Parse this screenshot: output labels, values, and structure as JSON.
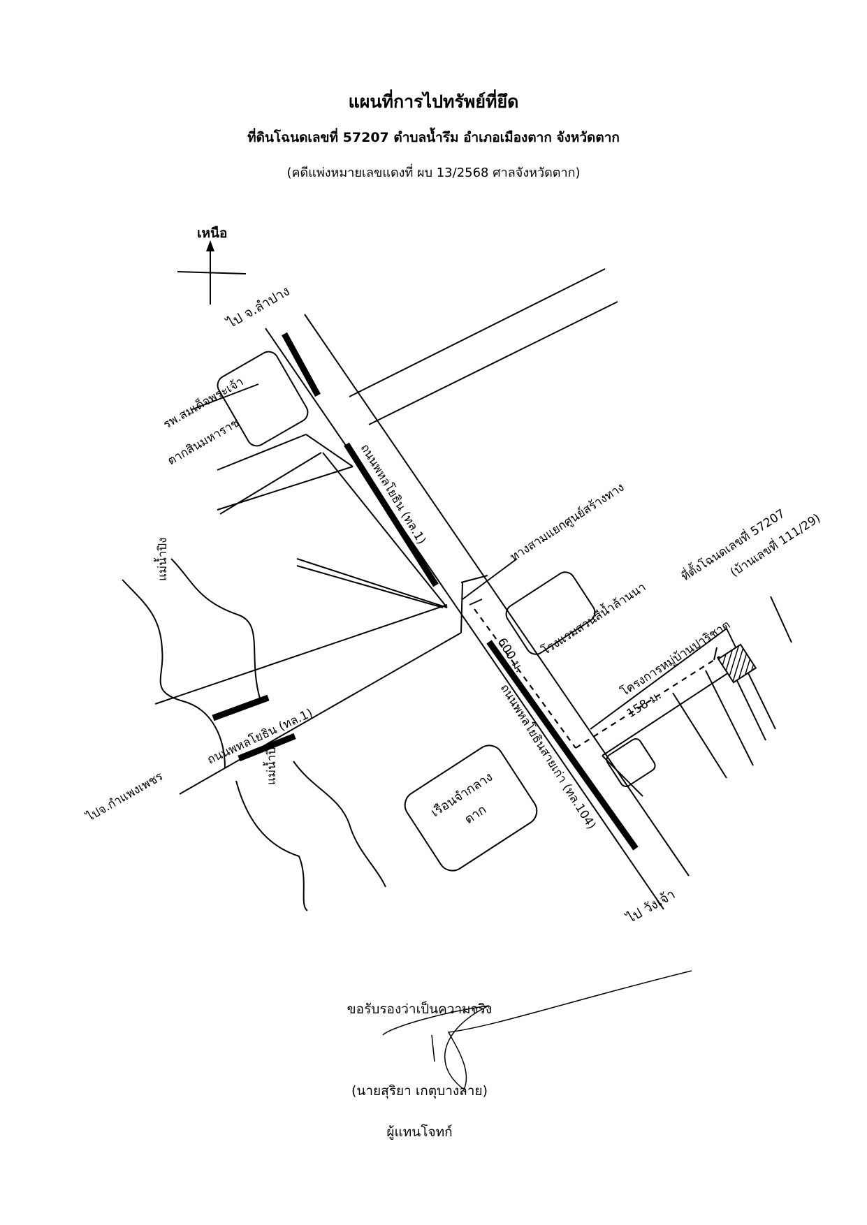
{
  "header": {
    "title": "แผนที่การไปทรัพย์ที่ยึด",
    "subtitle": "ที่ดินโฉนดเลขที่ 57207 ตำบลน้ำรึม อำเภอเมืองตาก จังหวัดตาก",
    "case_ref": "(คดีแพ่งหมายเลขแดงที่ ผบ 13/2568 ศาลจังหวัดตาก)"
  },
  "map": {
    "north_label": "เหนือ",
    "to_lampang": "ไป จ.ลำปาง",
    "hospital": [
      "รพ.สมเด็จพระเจ้า",
      "ตากสินมหาราช"
    ],
    "road_phahon_upper": "ถนนพหลโยธิน (ทล.1)",
    "intersection": "ทางสามแยกศูนย์สร้างทาง",
    "hotel": "โรงแรมสวนสีน้ำล้านนา",
    "parcel_label": "ที่ตั้งโฉนดเลขที่ 57207",
    "house_no": "(บ้านเลขที่ 111/29)",
    "village": "โครงการหมู่บ้านปาริชาต",
    "dist_600": "600 ม.",
    "dist_158": "158 ม.",
    "river_upper": "แม่น้ำปิง",
    "river_lower": "แม่น้ำปิง",
    "to_kamphaeng": "ไปจ.กำแพงเพชร",
    "road_phahon_lower": "ถนนพหลโยธิน (ทล.1)",
    "road_old": "ถนนพหลโยธินสายเก่า (ทล.104)",
    "prison": [
      "เรือนจำกลาง",
      "ตาก"
    ],
    "to_wangchao": "ไป วังเจ้า"
  },
  "signature": {
    "certify": "ขอรับรองว่าเป็นความจริง",
    "name": "(นายสุริยา เกตุบางลาย)",
    "role": "ผู้แทนโจทก์"
  }
}
